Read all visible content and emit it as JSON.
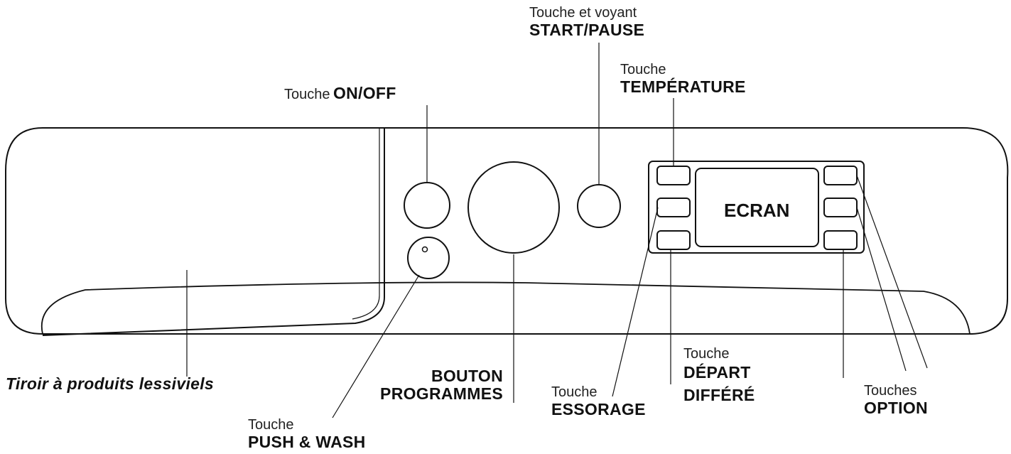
{
  "labels": {
    "start_pause": {
      "prefix": "Touche et voyant",
      "name": "START/PAUSE"
    },
    "temperature": {
      "prefix": "Touche",
      "name": "TEMPÉRATURE"
    },
    "on_off": {
      "prefix": "Touche",
      "name": "ON/OFF"
    },
    "screen": "ECRAN",
    "drawer": "Tiroir à produits lessiviels",
    "program_knob": {
      "line1": "BOUTON",
      "line2": "PROGRAMMES"
    },
    "push_wash": {
      "prefix": "Touche",
      "name": "PUSH & WASH"
    },
    "spin": {
      "prefix": "Touche",
      "name": "ESSORAGE"
    },
    "delayed_start": {
      "prefix": "Touche",
      "line1": "DÉPART",
      "line2": "DIFFÉRÉ"
    },
    "options": {
      "prefix": "Touches",
      "name": "OPTION"
    }
  },
  "colors": {
    "line": "#111111",
    "background": "#ffffff"
  }
}
